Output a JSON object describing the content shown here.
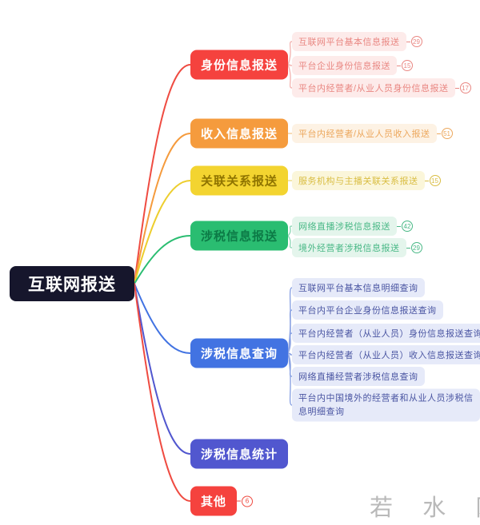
{
  "root": {
    "label": "互联网报送",
    "bg": "#16162c",
    "text_color": "#ffffff"
  },
  "branches": [
    {
      "label": "身份信息报送",
      "theme": {
        "bg": "#f5423e",
        "text": "#ffffff",
        "child_bg": "#fdebea",
        "child_text": "#e98782",
        "line": "#ef4b41",
        "child_line": "#f4b7b4"
      },
      "children": [
        {
          "label": "互联网平台基本信息报送",
          "badge": "29"
        },
        {
          "label": "平台企业身份信息报送",
          "badge": "15"
        },
        {
          "label": "平台内经营者/从业人员身份信息报送",
          "badge": "17"
        }
      ]
    },
    {
      "label": "收入信息报送",
      "theme": {
        "bg": "#f59b3d",
        "text": "#ffffff",
        "child_bg": "#fdf2e4",
        "child_text": "#eca75c",
        "line": "#f59b3d",
        "child_line": "#f6cf9b"
      },
      "children": [
        {
          "label": "平台内经营者/从业人员收入报送",
          "badge": "51"
        }
      ]
    },
    {
      "label": "关联关系报送",
      "theme": {
        "bg": "#f3d430",
        "text": "#8f7400",
        "child_bg": "#fbf6da",
        "child_text": "#d9bd42",
        "line": "#edce2e",
        "child_line": "#eedd8e"
      },
      "children": [
        {
          "label": "服务机构与主播关联关系报送",
          "badge": "15"
        }
      ]
    },
    {
      "label": "涉税信息报送",
      "theme": {
        "bg": "#2abd71",
        "text": "#0c7a46",
        "child_bg": "#e4f5ec",
        "child_text": "#49b886",
        "line": "#2abd71",
        "child_line": "#93d8b8"
      },
      "children": [
        {
          "label": "网络直播涉税信息报送",
          "badge": "42"
        },
        {
          "label": "境外经营者涉税信息报送",
          "badge": "29"
        }
      ]
    },
    {
      "label": "涉税信息查询",
      "theme": {
        "bg": "#4273e2",
        "text": "#ffffff",
        "child_bg": "#e6eaf9",
        "child_text": "#4a55a2",
        "line": "#4273e2",
        "child_line": "#8ba3e3"
      },
      "children": [
        {
          "label": "互联网平台基本信息明细查询"
        },
        {
          "label": "平台内平台企业身份信息报送查询"
        },
        {
          "label": "平台内经营者（从业人员）身份信息报送查询"
        },
        {
          "label": "平台内经营者（从业人员）收入信息报送查询"
        },
        {
          "label": "网络直播经营者涉税信息查询"
        },
        {
          "label": "平台内中国境外的经营者和从业人员涉税信息明细查询"
        }
      ]
    },
    {
      "label": "涉税信息统计",
      "theme": {
        "bg": "#5157cf",
        "text": "#ffffff",
        "line": "#5157cf",
        "child_bg": "#e6eaf9",
        "child_text": "#4a55a2",
        "child_line": "#8ba3e3"
      },
      "children": []
    },
    {
      "label": "其他",
      "badge": "6",
      "theme": {
        "bg": "#f5423e",
        "text": "#ffffff",
        "child_bg": "#fdebea",
        "child_text": "#e98782",
        "line": "#ef4b41",
        "child_line": "#f4b7b4"
      },
      "children": []
    }
  ],
  "watermark": {
    "text": "若 水 网"
  }
}
